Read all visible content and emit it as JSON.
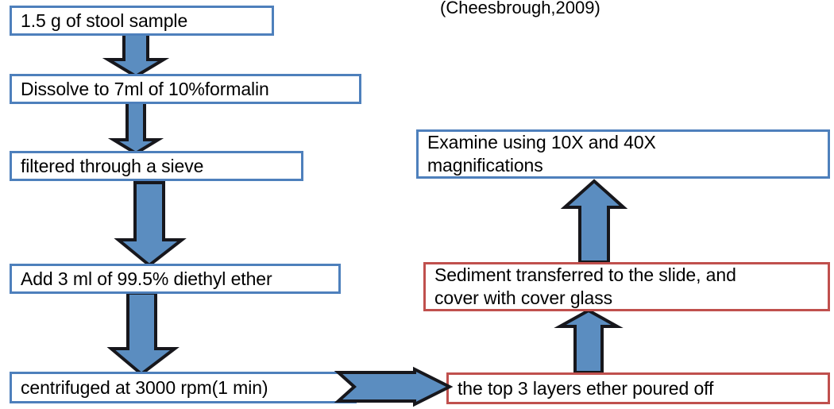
{
  "diagram": {
    "title_caption": "(Cheesbrough,2009)",
    "colors": {
      "blue_border": "#4e80bc",
      "red_border": "#c0504d",
      "arrow_fill": "#5b8dc0",
      "arrow_outline": "#17171c",
      "text": "#000000",
      "background": "#ffffff"
    },
    "nodes": [
      {
        "id": "stool-sample",
        "label": "1.5 g of  stool sample",
        "border": "blue",
        "column": "left",
        "order": 1
      },
      {
        "id": "dissolve-formalin",
        "label": "Dissolve to 7ml of 10%formalin",
        "border": "blue",
        "column": "left",
        "order": 2
      },
      {
        "id": "filtered-sieve",
        "label": "filtered through a sieve",
        "border": "blue",
        "column": "left",
        "order": 3
      },
      {
        "id": "diethyl-ether",
        "label": "Add 3 ml of 99.5% diethyl ether",
        "border": "blue",
        "column": "left",
        "order": 4
      },
      {
        "id": "centrifuged",
        "label": "centrifuged at 3000 rpm(1 min)",
        "border": "blue",
        "column": "left",
        "order": 5
      },
      {
        "id": "ether-poured-off",
        "label": "the top 3 layers ether poured off",
        "border": "red",
        "column": "right",
        "order": 6
      },
      {
        "id": "sediment-transferred",
        "label": "Sediment transferred   to the slide, and\ncover with cover glass",
        "border": "red",
        "column": "right",
        "order": 7
      },
      {
        "id": "examine-magnifications",
        "label": "Examine using 10X and 40X\nmagnifications",
        "border": "blue",
        "column": "right",
        "order": 8
      }
    ],
    "connectors": [
      {
        "id": "arrow-stool-to-dissolve",
        "from": "stool-sample",
        "to": "dissolve-formalin",
        "direction": "down"
      },
      {
        "id": "arrow-dissolve-to-filtered",
        "from": "dissolve-formalin",
        "to": "filtered-sieve",
        "direction": "down"
      },
      {
        "id": "arrow-filtered-to-ether",
        "from": "filtered-sieve",
        "to": "diethyl-ether",
        "direction": "down"
      },
      {
        "id": "arrow-ether-to-centrifuge",
        "from": "diethyl-ether",
        "to": "centrifuged",
        "direction": "down"
      },
      {
        "id": "arrow-centrifuge-to-poured",
        "from": "centrifuged",
        "to": "ether-poured-off",
        "direction": "right"
      },
      {
        "id": "arrow-poured-to-sediment",
        "from": "ether-poured-off",
        "to": "sediment-transferred",
        "direction": "up"
      },
      {
        "id": "arrow-sediment-to-examine",
        "from": "sediment-transferred",
        "to": "examine-magnifications",
        "direction": "up"
      }
    ]
  }
}
